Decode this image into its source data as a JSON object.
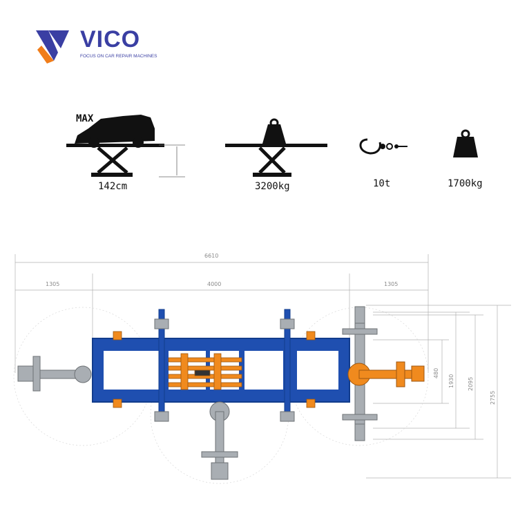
{
  "brand": {
    "name": "VICO",
    "tagline": "FOCUS ON CAR REPAIR MACHINES",
    "colors": {
      "logo_blue": "#3a3fa3",
      "logo_orange": "#f07d1a"
    }
  },
  "specs": {
    "lift_height_max_label": "MAX",
    "lift_height": "142cm",
    "platform_capacity": "3200kg",
    "pulling_force": "10t",
    "capacity_2": "1700kg"
  },
  "dimensions": {
    "overall_length": "6610",
    "left_extension": "1305",
    "platform_length": "4000",
    "right_extension": "1305",
    "width_1": "480",
    "width_2": "1930",
    "width_3": "2095",
    "width_4": "2755"
  },
  "colors": {
    "frame_blue": "#1f4fb0",
    "frame_dark": "#123c8c",
    "accent_orange": "#f08a1e",
    "steel_grey": "#a9aeb3"
  }
}
